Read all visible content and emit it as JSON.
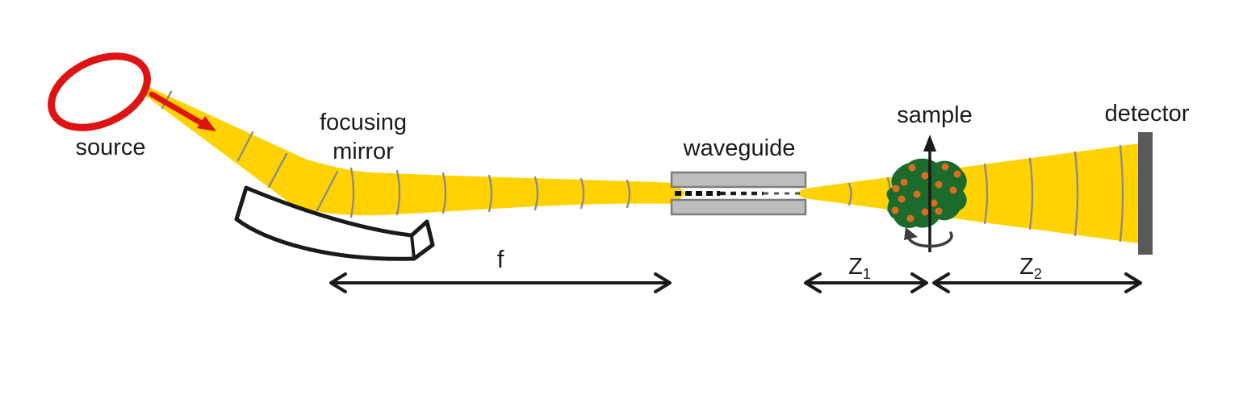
{
  "diagram": {
    "title_hint": "beam path schematic: source, focusing mirror, waveguide, sample, detector",
    "labels": {
      "source": "source",
      "focusing_mirror_line1": "focusing",
      "focusing_mirror_line2": "mirror",
      "waveguide": "waveguide",
      "sample": "sample",
      "detector": "detector",
      "focal_length": "f",
      "z1": {
        "base": "Z",
        "sub": "1"
      },
      "z2": {
        "base": "Z",
        "sub": "2"
      }
    }
  },
  "colors": {
    "beam": "#ffd200",
    "source_red": "#de1414",
    "ink": "#1a1a1a",
    "wavefront": "#8c8c8c",
    "metal": "#bdbdbd",
    "metal_border": "#7d7d7d",
    "detector": "#595959",
    "sample_green": "#1c6b2d",
    "sample_dot": "#d96f1e"
  },
  "icons": {
    "source_ring": "red-ellipse-icon",
    "source_arrow": "red-arrow-icon",
    "rotation_axis": "up-arrow-icon",
    "rotation_arc": "rotation-arc-icon",
    "dimension_arrows": "double-headed-arrow-icon"
  }
}
